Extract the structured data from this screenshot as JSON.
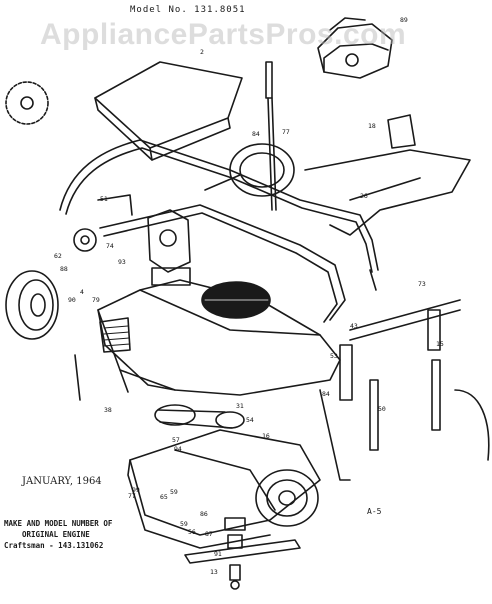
{
  "header": {
    "model_label": "Model No. 131.8051"
  },
  "watermark": {
    "text": "AppliancePartsPros.com"
  },
  "footer": {
    "date": "JANUARY, 1964",
    "engine_line1": "MAKE AND MODEL NUMBER OF",
    "engine_line2": "ORIGINAL ENGINE",
    "engine_line3": "Craftsman - 143.131062",
    "page_ref": "A-5"
  },
  "callouts": [
    "2",
    "89",
    "84",
    "18",
    "77",
    "26",
    "51",
    "93",
    "4",
    "79",
    "90",
    "88",
    "74",
    "62",
    "73",
    "38",
    "31",
    "16",
    "54",
    "57",
    "94",
    "43",
    "53",
    "84",
    "15",
    "50",
    "99",
    "59",
    "65",
    "77",
    "87",
    "86",
    "59",
    "56",
    "91",
    "13"
  ]
}
